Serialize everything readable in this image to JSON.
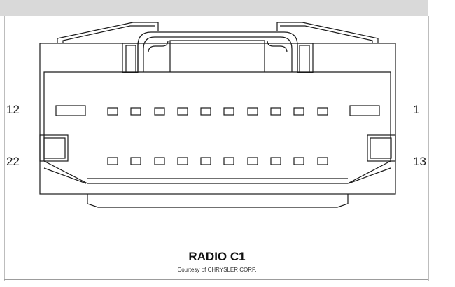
{
  "connector": {
    "name": "RADIO C1",
    "credit": "Courtesy of CHRYSLER CORP.",
    "pin_labels": {
      "top_left": "12",
      "top_right": "1",
      "bottom_left": "22",
      "bottom_right": "13"
    },
    "pin_count": 22
  },
  "colors": {
    "line": "#1a1a1a",
    "top_bar": "#d9d9d9",
    "background": "#ffffff"
  }
}
